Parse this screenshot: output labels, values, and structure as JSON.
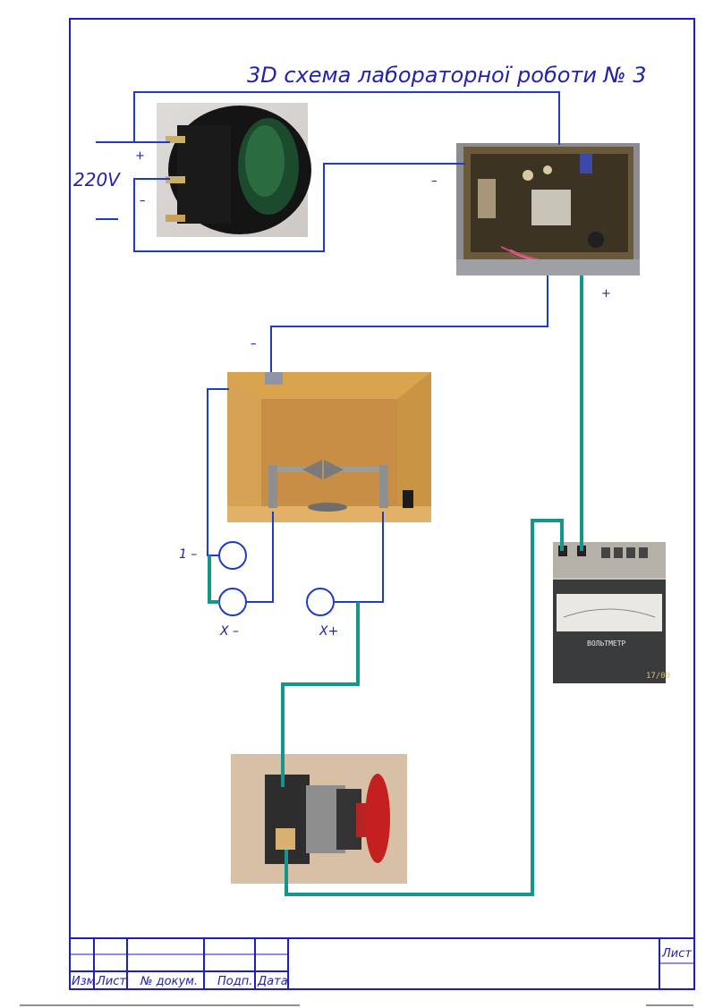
{
  "title": "3D схема лабораторної роботи № 3",
  "labels": {
    "voltage": "220V",
    "switch_plus": "+",
    "switch_minus": "–",
    "board_minus": "–",
    "board_plus": "+",
    "fixture_minus": "–",
    "term_1": "1 –",
    "term_x_minus": "X –",
    "term_x_plus": "X+"
  },
  "voltmeter": {
    "name": "ВОЛЬТМЕТР",
    "digits": "17/09"
  },
  "stamp": {
    "cols": [
      "Изм.",
      "Лист",
      "№ докум.",
      "Подп.",
      "Дата"
    ],
    "sheet_label": "Лист"
  },
  "colors": {
    "frame": "#1e1ec8",
    "wire_blue": "#1e3cc8",
    "wire_teal": "#14968c"
  }
}
